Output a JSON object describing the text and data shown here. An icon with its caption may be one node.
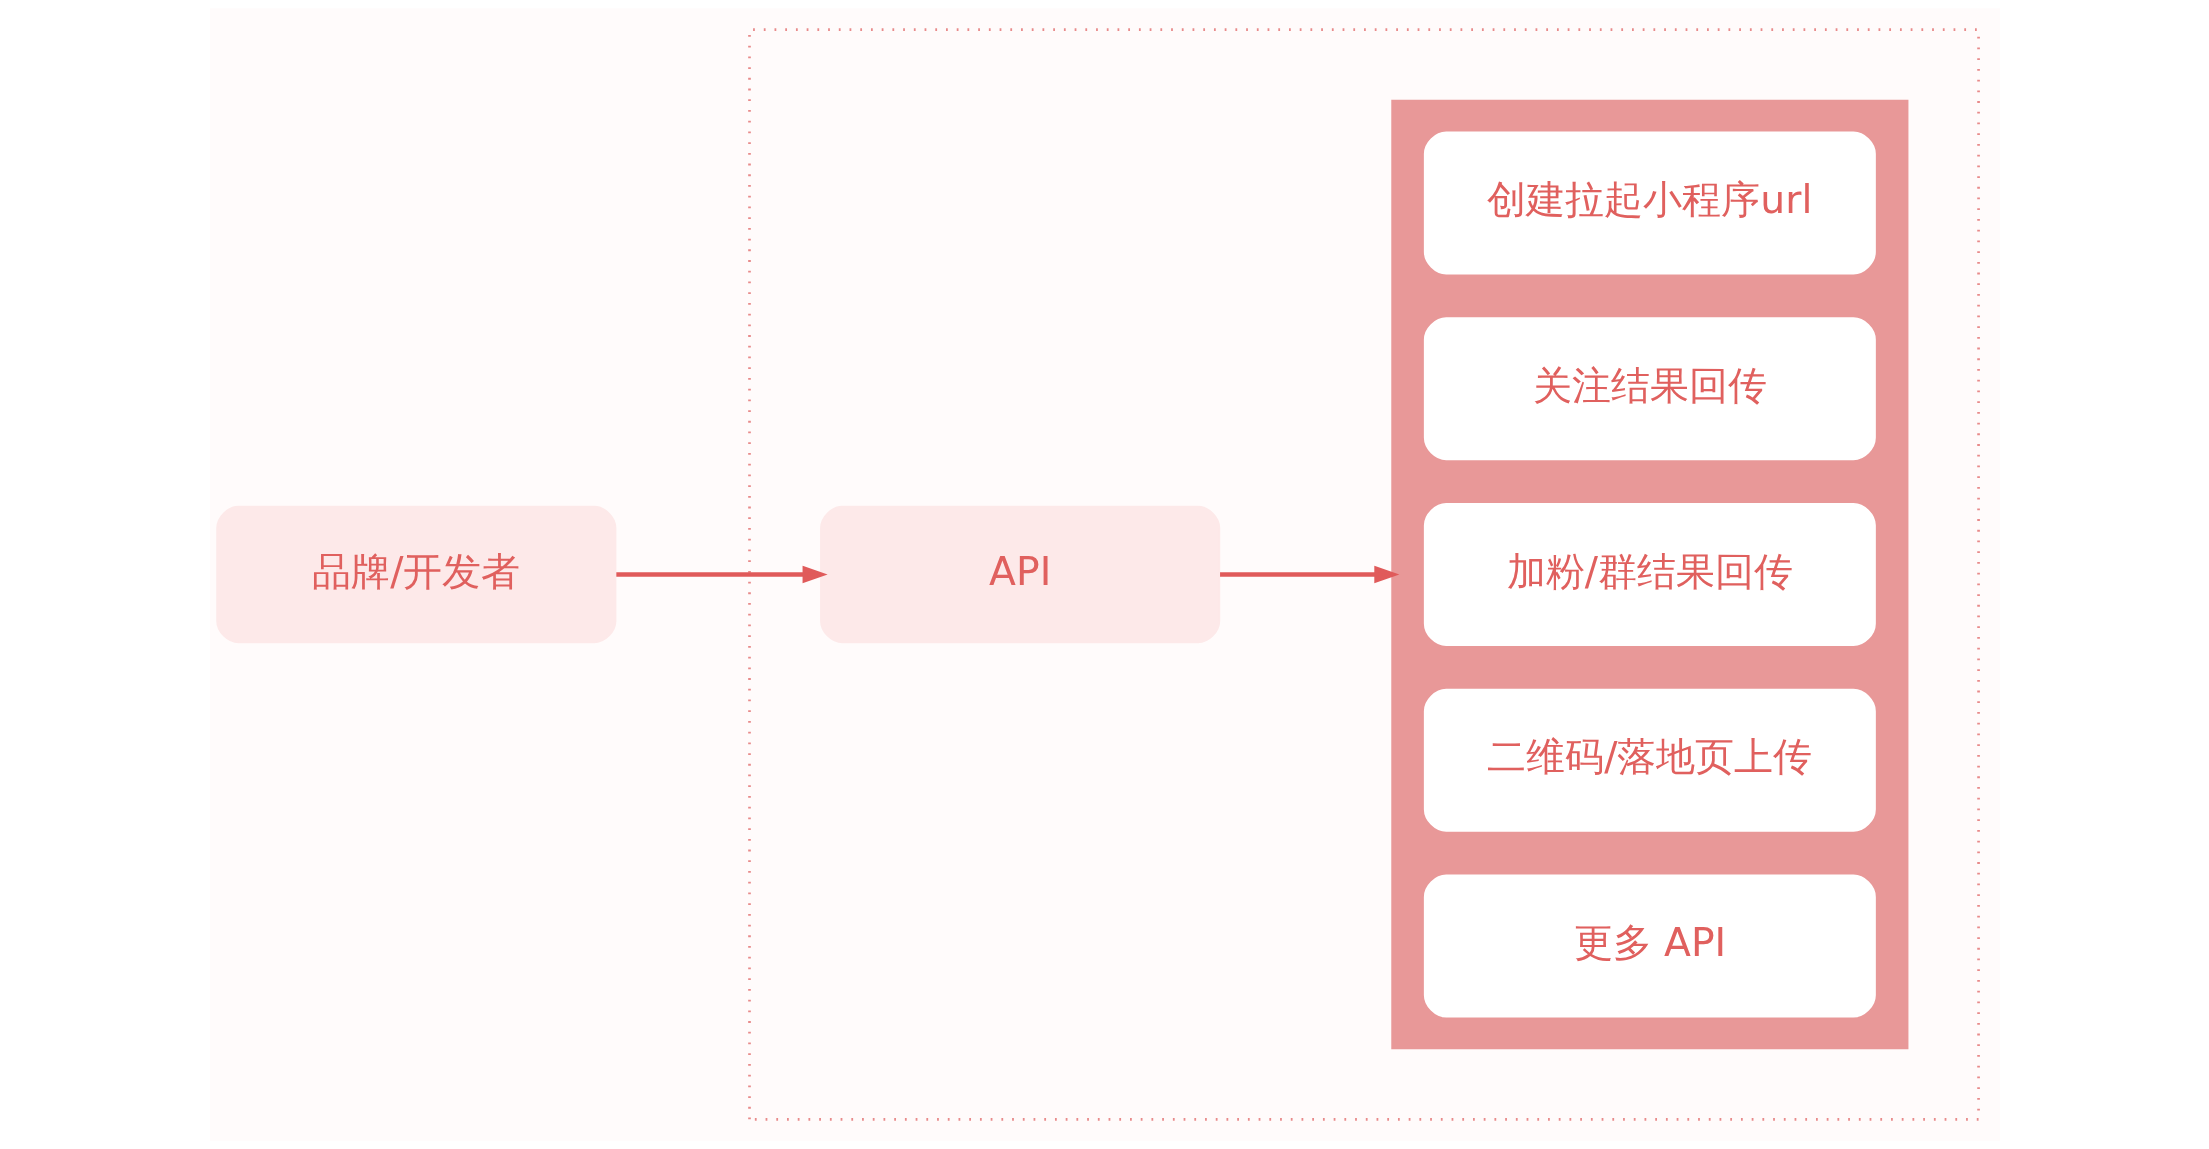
{
  "diagram": {
    "nodes": [
      {
        "text": [
          "品牌/开发者"
        ]
      },
      {
        "text": [],
        "shape": "box"
      },
      {
        "text": [
          "API"
        ],
        "in": 1
      },
      {
        "text": [],
        "shape": "box",
        "in": 1
      },
      {
        "text": [
          "创建拉起小程序url"
        ],
        "in": 3
      },
      {
        "text": [
          "关注结果回传"
        ],
        "in": 3
      },
      {
        "text": [
          "加粉/群结果回传"
        ],
        "in": 3
      },
      {
        "text": [
          "二维码/落地页上传"
        ],
        "in": 3
      },
      {
        "text": [
          "更多 API"
        ],
        "in": 3
      }
    ],
    "edges": [
      {
        "from": 0,
        "to": 2,
        "arrow": "to"
      },
      {
        "from": 2,
        "to": 3,
        "arrow": "to"
      }
    ]
  }
}
